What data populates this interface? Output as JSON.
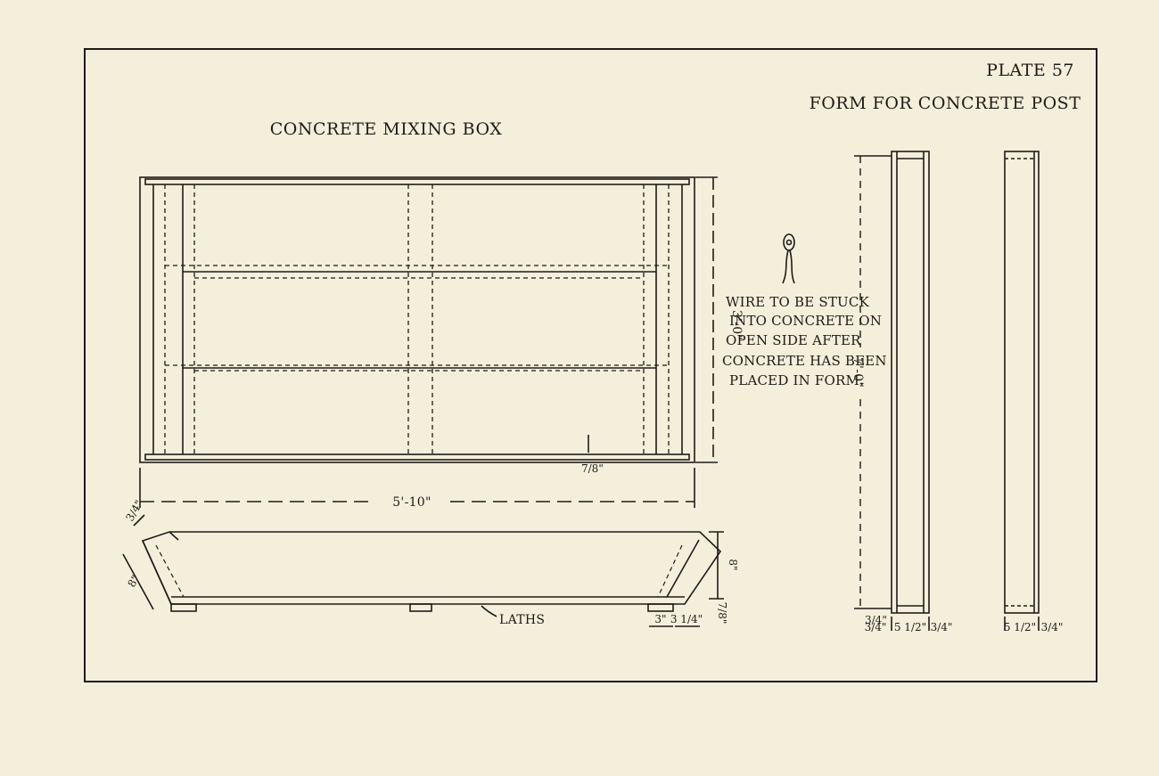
{
  "plate": "PLATE 57",
  "mixing_box": {
    "title": "CONCRETE MIXING BOX",
    "dims": {
      "length": "5'-10\"",
      "width": "3'-0\"",
      "bottom_gap": "7/8\"",
      "end_bevel": "3/4\"",
      "end_side": "8\"",
      "depth": "8\"",
      "lath_gap": "7/8\"",
      "base_a": "3\"",
      "base_b": "3 1/4\""
    },
    "laths_label": "LATHS"
  },
  "post_form": {
    "title": "FORM FOR CONCRETE POST",
    "height": "7'-0\"",
    "wire_note": [
      "WIRE TO BE STUCK",
      "INTO CONCRETE ON",
      "OPEN SIDE AFTER",
      "CONCRETE HAS BEEN",
      "PLACED IN FORM."
    ],
    "front_dims": [
      "3/4\"",
      "3/4\"",
      "5 1/2\"",
      "3/4\""
    ],
    "side_dims": [
      "5 1/2\"",
      "3/4\""
    ]
  },
  "colors": {
    "paper": "#f4efdb",
    "ink": "#1f1b16"
  }
}
